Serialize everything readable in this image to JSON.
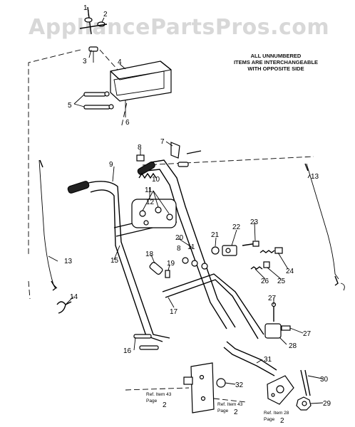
{
  "watermark": "AppliancePartsPros.com",
  "note_lines": [
    "ALL UNNUMBERED",
    "ITEMS ARE INTERCHANGEABLE",
    "WITH OPPOSITE SIDE"
  ],
  "callouts": [
    {
      "id": "1",
      "label": "1"
    },
    {
      "id": "2",
      "label": "2"
    },
    {
      "id": "3",
      "label": "3"
    },
    {
      "id": "4",
      "label": "4"
    },
    {
      "id": "5",
      "label": "5"
    },
    {
      "id": "6",
      "label": "6"
    },
    {
      "id": "7",
      "label": "7"
    },
    {
      "id": "8a",
      "label": "8"
    },
    {
      "id": "9",
      "label": "9"
    },
    {
      "id": "10",
      "label": "10"
    },
    {
      "id": "11a",
      "label": "11"
    },
    {
      "id": "12",
      "label": "12"
    },
    {
      "id": "13a",
      "label": "13"
    },
    {
      "id": "13b",
      "label": "13"
    },
    {
      "id": "14",
      "label": "14"
    },
    {
      "id": "15",
      "label": "15"
    },
    {
      "id": "16",
      "label": "16"
    },
    {
      "id": "17",
      "label": "17"
    },
    {
      "id": "18",
      "label": "18"
    },
    {
      "id": "19",
      "label": "19"
    },
    {
      "id": "20",
      "label": "20"
    },
    {
      "id": "21",
      "label": "21"
    },
    {
      "id": "22",
      "label": "22"
    },
    {
      "id": "23",
      "label": "23"
    },
    {
      "id": "24",
      "label": "24"
    },
    {
      "id": "25",
      "label": "25"
    },
    {
      "id": "26",
      "label": "26"
    },
    {
      "id": "27a",
      "label": "27"
    },
    {
      "id": "27b",
      "label": "27"
    },
    {
      "id": "28",
      "label": "28"
    },
    {
      "id": "29",
      "label": "29"
    },
    {
      "id": "30",
      "label": "30"
    },
    {
      "id": "31",
      "label": "31"
    },
    {
      "id": "32",
      "label": "32"
    },
    {
      "id": "8b",
      "label": "8"
    },
    {
      "id": "11b",
      "label": "11"
    }
  ],
  "refs": [
    {
      "id": "r1",
      "ref": "Ref. Item 43",
      "page": "Page",
      "num": "2"
    },
    {
      "id": "r2",
      "ref": "Ref. Item 43",
      "page": "Page",
      "num": "2"
    },
    {
      "id": "r3",
      "ref": "Ref. Item 28",
      "page": "Page",
      "num": "2"
    }
  ]
}
